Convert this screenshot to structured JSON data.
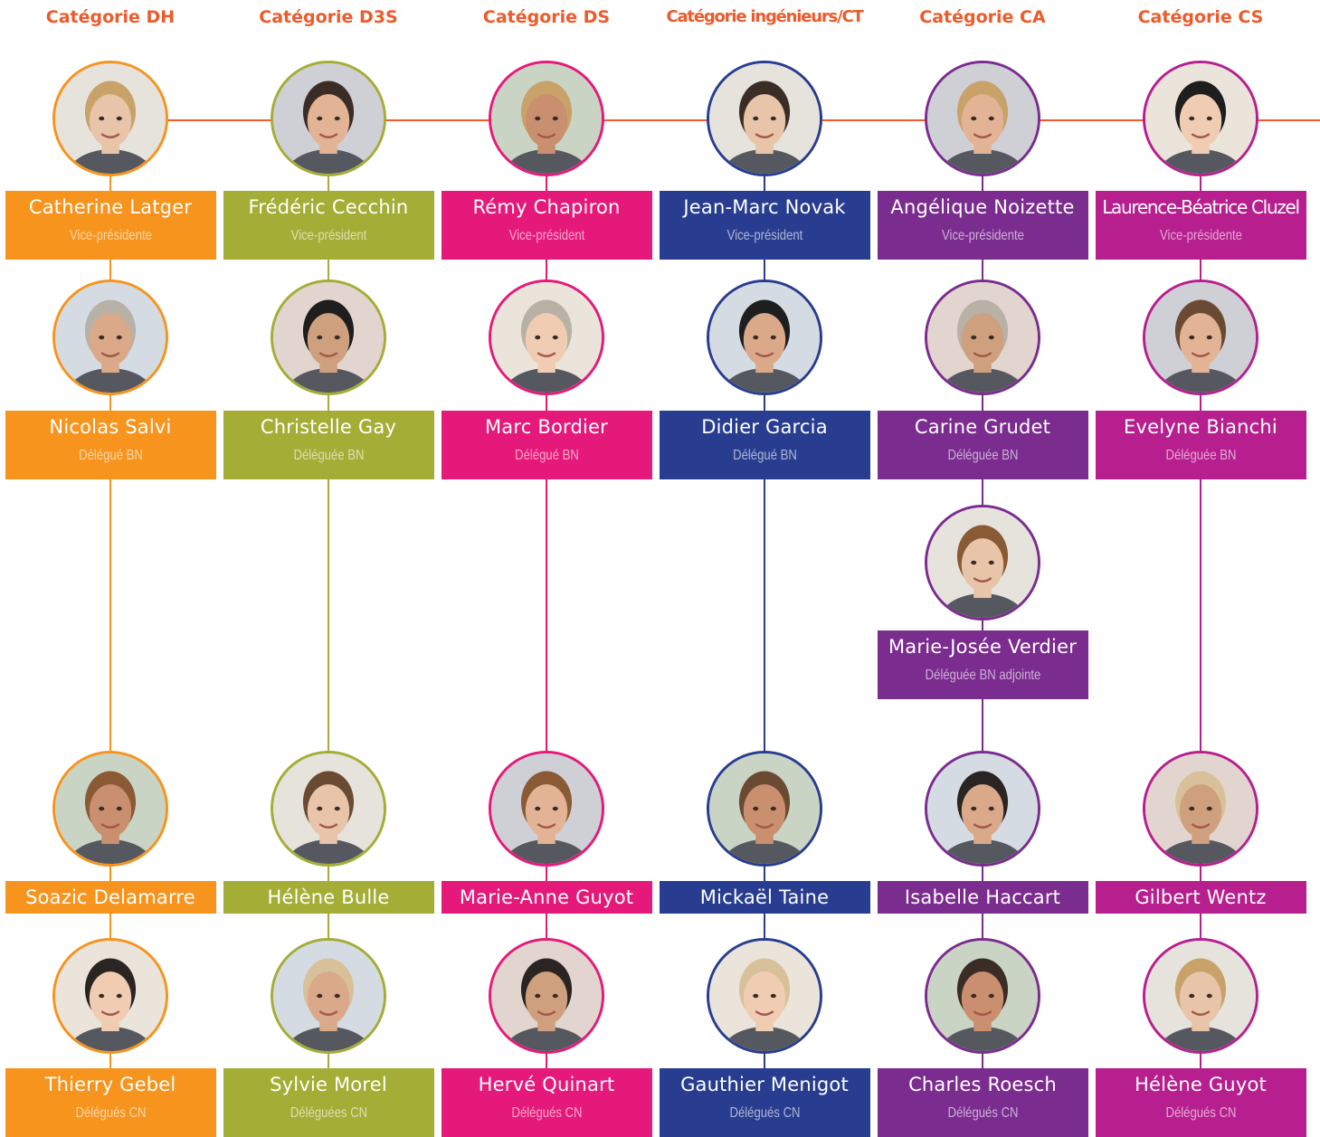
{
  "colors": {
    "title": "#ec5b2b",
    "connector": "#ec5b2b",
    "orange": "#f7941d",
    "olive": "#a4ad35",
    "pink": "#e5197a",
    "navy": "#283d8f",
    "purple": "#7b2c8f",
    "magenta": "#b71f8e"
  },
  "categories": [
    {
      "title": "Catégorie DH",
      "color": "orange",
      "leader": {
        "name": "Catherine Latger",
        "role": "Vice-présidente"
      },
      "bn": [
        {
          "name": "Nicolas Salvi",
          "role": "Délégué BN"
        }
      ],
      "cn": [
        {
          "name": "Soazic Delamarre"
        },
        {
          "name": "Thierry Gebel",
          "role": "Délégués CN"
        }
      ]
    },
    {
      "title": "Catégorie D3S",
      "color": "olive",
      "leader": {
        "name": "Frédéric Cecchin",
        "role": "Vice-président"
      },
      "bn": [
        {
          "name": "Christelle Gay",
          "role": "Déléguée BN"
        }
      ],
      "cn": [
        {
          "name": "Hélène Bulle"
        },
        {
          "name": "Sylvie Morel",
          "role": "Déléguées CN"
        }
      ]
    },
    {
      "title": "Catégorie DS",
      "color": "pink",
      "leader": {
        "name": "Rémy Chapiron",
        "role": "Vice-président"
      },
      "bn": [
        {
          "name": "Marc Bordier",
          "role": "Délégué BN"
        }
      ],
      "cn": [
        {
          "name": "Marie-Anne Guyot"
        },
        {
          "name": "Hervé Quinart",
          "role": "Délégués CN"
        }
      ]
    },
    {
      "title": "Catégorie ingénieurs/CT",
      "color": "navy",
      "leader": {
        "name": "Jean-Marc Novak",
        "role": "Vice-président"
      },
      "bn": [
        {
          "name": "Didier Garcia",
          "role": "Délégué BN"
        }
      ],
      "cn": [
        {
          "name": "Mickaël Taine"
        },
        {
          "name": "Gauthier Menigot",
          "role": "Délégués CN"
        }
      ]
    },
    {
      "title": "Catégorie CA",
      "color": "purple",
      "leader": {
        "name": "Angélique Noizette",
        "role": "Vice-présidente"
      },
      "bn": [
        {
          "name": "Carine Grudet",
          "role": "Déléguée BN"
        },
        {
          "name": "Marie-Josée Verdier",
          "role": "Déléguée BN adjointe"
        }
      ],
      "cn": [
        {
          "name": "Isabelle Haccart"
        },
        {
          "name": "Charles Roesch",
          "role": "Délégués CN"
        }
      ]
    },
    {
      "title": "Catégorie CS",
      "color": "magenta",
      "leader": {
        "name": "Laurence-Béatrice Cluzel",
        "role": "Vice-présidente"
      },
      "bn": [
        {
          "name": "Evelyne Bianchi",
          "role": "Déléguée BN"
        }
      ],
      "cn": [
        {
          "name": "Gilbert Wentz"
        },
        {
          "name": "Hélène Guyot",
          "role": "Délégués CN"
        }
      ]
    }
  ]
}
